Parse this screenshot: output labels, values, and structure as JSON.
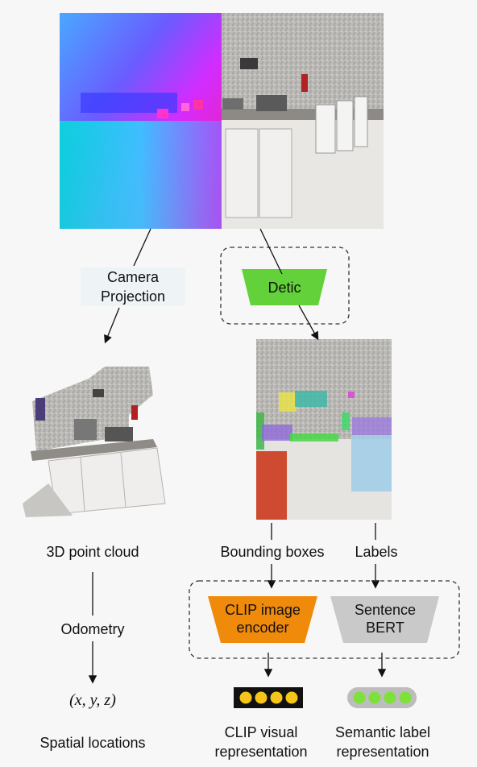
{
  "labels": {
    "camera_projection_line1": "Camera",
    "camera_projection_line2": "Projection",
    "detic": "Detic",
    "point_cloud": "3D point cloud",
    "odometry": "Odometry",
    "xyz": "(x, y, z)",
    "spatial_locations": "Spatial locations",
    "bounding_boxes": "Bounding boxes",
    "labels": "Labels",
    "clip_encoder_line1": "CLIP image",
    "clip_encoder_line2": "encoder",
    "sbert_line1": "Sentence",
    "sbert_line2": "BERT",
    "clip_repr_line1": "CLIP visual",
    "clip_repr_line2": "representation",
    "sem_repr_line1": "Semantic label",
    "sem_repr_line2": "representation"
  },
  "colors": {
    "detic_green": "#63d13a",
    "clip_orange": "#f08a0b",
    "sbert_gray": "#c9c9c9",
    "clip_dots": "#f5c518",
    "sem_dots": "#7ee03b"
  }
}
